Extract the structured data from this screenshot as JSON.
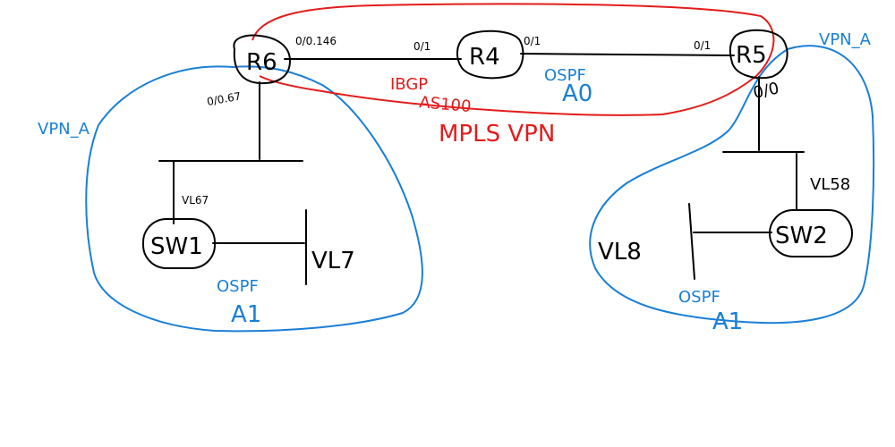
{
  "colors": {
    "blue": "#1a7fd6",
    "red": "#e31c1c",
    "ink": "#000000"
  },
  "routers": {
    "r6": "R6",
    "r4": "R4",
    "r5": "R5"
  },
  "switches": {
    "sw1": "SW1",
    "sw2": "SW2"
  },
  "interfaces": {
    "r6_to_r4": "0/0.146",
    "r6_down": "0/0.67",
    "r4_left": "0/1",
    "r4_right": "0/1",
    "r5_left": "0/1",
    "r5_down": "0/0"
  },
  "vlans": {
    "vl67": "VL67",
    "vl7": "VL7",
    "vl58": "VL58",
    "vl8": "VL8"
  },
  "labels": {
    "vpn_a_left": "VPN_A",
    "vpn_a_right": "VPN_A",
    "ibgp": "IBGP",
    "as": "AS100",
    "mpls_vpn": "MPLS VPN",
    "ospf_core": "OSPF",
    "area_core": "A0",
    "ospf_left": "OSPF",
    "area_left": "A1",
    "ospf_right": "OSPF",
    "area_right": "A1"
  }
}
